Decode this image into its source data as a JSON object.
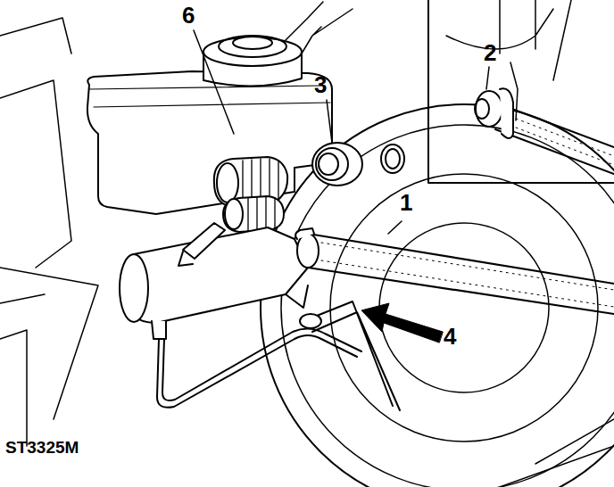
{
  "diagram": {
    "labels": [
      "6",
      "3",
      "2",
      "1",
      "4",
      "ST3325M"
    ]
  }
}
